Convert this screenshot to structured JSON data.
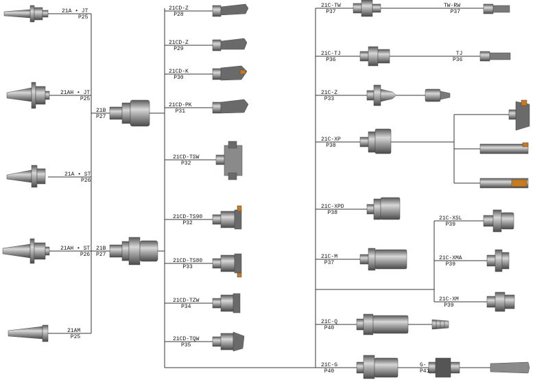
{
  "diagram_title": "",
  "shanks": [
    {
      "code": "21A • JT",
      "page": "P25"
    },
    {
      "code": "21AH • JT",
      "page": "P25"
    },
    {
      "code": "21A • ST",
      "page": "P26"
    },
    {
      "code": "21AH • ST",
      "page": "P26"
    },
    {
      "code": "21AM",
      "page": "P25"
    }
  ],
  "bodies": [
    {
      "code": "21B",
      "page": "P27"
    },
    {
      "code": "21B",
      "page": "P27"
    }
  ],
  "cutters": [
    {
      "code": "21CD-Z",
      "page": "P28"
    },
    {
      "code": "21CD-Z",
      "page": "P29"
    },
    {
      "code": "21CD-K",
      "page": "P30"
    },
    {
      "code": "21CD-PK",
      "page": "P31"
    },
    {
      "code": "21CD-TSW",
      "page": "P32"
    },
    {
      "code": "21CD-TS90",
      "page": "P32"
    },
    {
      "code": "21CD-TS80",
      "page": "P33"
    },
    {
      "code": "21CD-TZW",
      "page": "P34"
    },
    {
      "code": "21CD-TQW",
      "page": "P35"
    }
  ],
  "adapters": [
    {
      "code": "21C-TW",
      "page": "P37"
    },
    {
      "code": "21C-TJ",
      "page": "P36"
    },
    {
      "code": "21C-Z",
      "page": "P33"
    },
    {
      "code": "21C-XP",
      "page": "P38"
    },
    {
      "code": "21C-XPD",
      "page": "P38"
    },
    {
      "code": "21C-M",
      "page": "P37"
    },
    {
      "code": "21C-Q",
      "page": "P40"
    },
    {
      "code": "21C-G",
      "page": "P40"
    }
  ],
  "extensions": [
    {
      "code": "TW-RW",
      "page": "P37"
    },
    {
      "code": "TJ",
      "page": "P36"
    },
    {
      "code": "21C-XSL",
      "page": "P39"
    },
    {
      "code": "21C-XMA",
      "page": "P39"
    },
    {
      "code": "21C-XM",
      "page": "P39"
    },
    {
      "code": "G-",
      "page": "P41"
    }
  ],
  "colors": {
    "line": "#333333",
    "steel": "#9a9a9a",
    "steel_dark": "#555555",
    "accent": "#c87a1e"
  }
}
